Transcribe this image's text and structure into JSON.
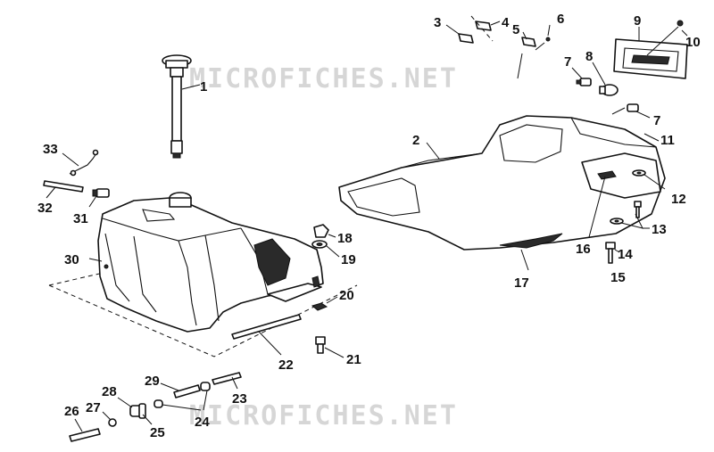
{
  "watermark": {
    "text": "MICROFICHES.NET"
  },
  "callouts": {
    "c1": "1",
    "c2": "2",
    "c3": "3",
    "c4": "4",
    "c5": "5",
    "c6": "6",
    "c7a": "7",
    "c7b": "7",
    "c8": "8",
    "c9": "9",
    "c10": "10",
    "c11": "11",
    "c12": "12",
    "c13": "13",
    "c14": "14",
    "c15": "15",
    "c16": "16",
    "c17": "17",
    "c18": "18",
    "c19": "19",
    "c20": "20",
    "c21": "21",
    "c22": "22",
    "c23": "23",
    "c24": "24",
    "c25": "25",
    "c26": "26",
    "c27": "27",
    "c28": "28",
    "c29": "29",
    "c30": "30",
    "c31": "31",
    "c32": "32",
    "c33": "33"
  }
}
